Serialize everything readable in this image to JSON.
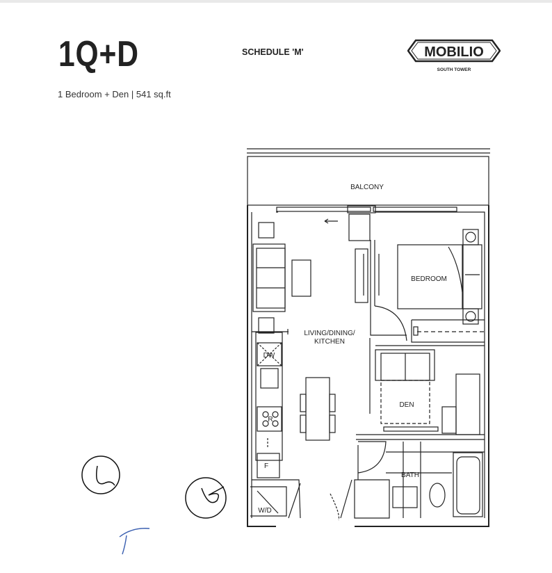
{
  "header": {
    "unit_name": "1Q+D",
    "schedule": "SCHEDULE 'M'",
    "subtitle": "1 Bedroom + Den  |  541 sq.ft"
  },
  "logo": {
    "brand": "MOBILIO",
    "tower": "SOUTH TOWER"
  },
  "floorplan": {
    "rooms": {
      "balcony": "BALCONY",
      "living_line1": "LIVING/DINING/",
      "living_line2": "KITCHEN",
      "bedroom": "BEDROOM",
      "den": "DEN",
      "bath": "BATH"
    },
    "appliances": {
      "dishwasher": "DW",
      "range": "R",
      "fridge": "F",
      "washer_dryer": "W/D"
    }
  },
  "colors": {
    "ink": "#222222",
    "signature_blue": "#3a5fb0"
  }
}
